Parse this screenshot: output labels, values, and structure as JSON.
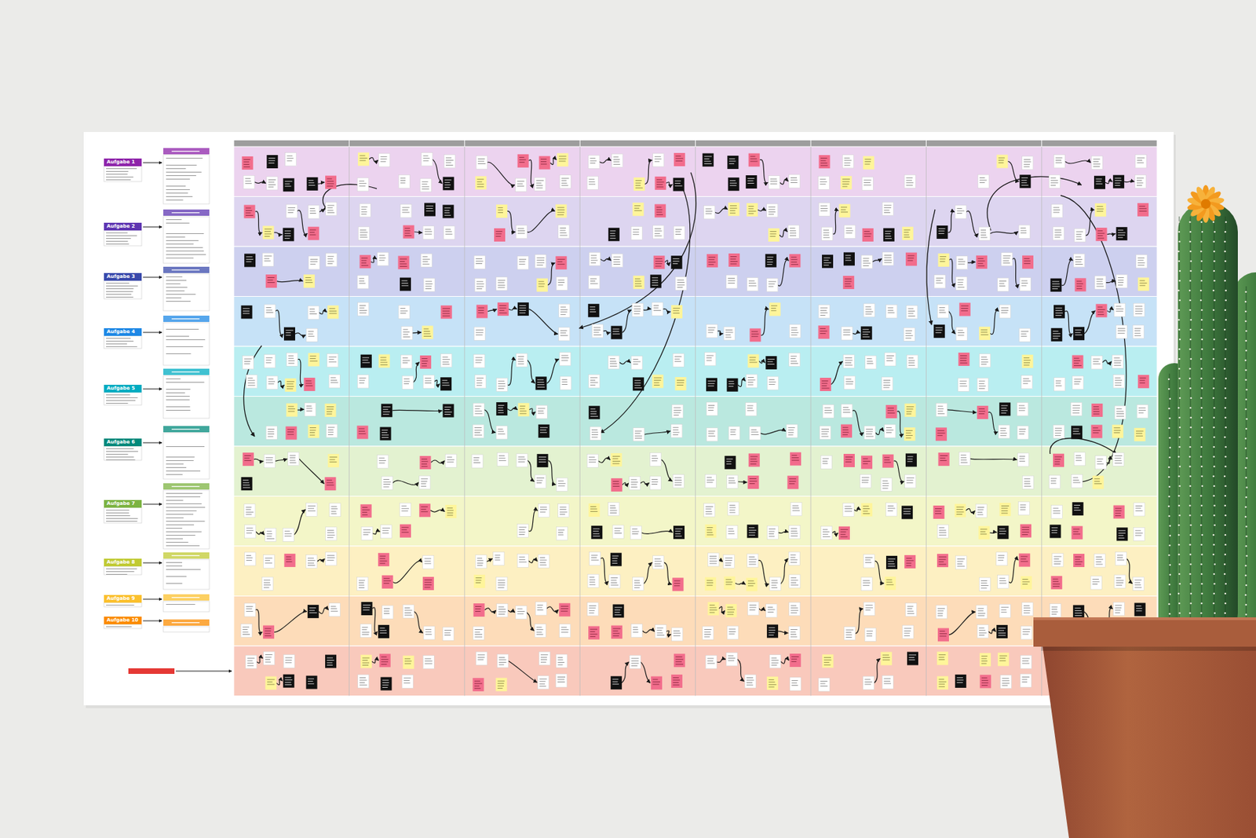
{
  "diagram": {
    "nodes": [
      {
        "text": [
          "Aufgabe 1"
        ]
      },
      {
        "text": [
          "Aufgabe 2"
        ]
      },
      {
        "text": [
          "Aufgabe 3"
        ]
      },
      {
        "text": [
          "Aufgabe 4"
        ]
      },
      {
        "text": [
          "Aufgabe 5"
        ]
      },
      {
        "text": [
          "Aufgabe 6"
        ]
      },
      {
        "text": [
          "Aufgabe 7"
        ]
      },
      {
        "text": [
          "Aufgabe 8"
        ]
      },
      {
        "text": [
          "Aufgabe 9"
        ]
      },
      {
        "text": [
          "Aufgabe 10"
        ]
      }
    ]
  }
}
